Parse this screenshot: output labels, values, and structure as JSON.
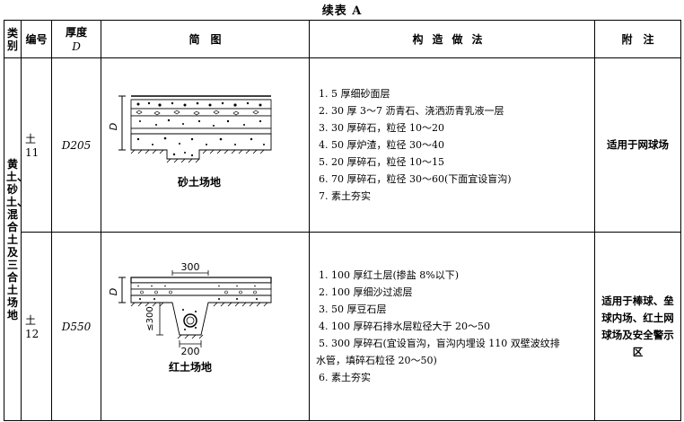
{
  "title": "续表 A",
  "headers": {
    "category": "类别",
    "number": "编号",
    "thickness_top": "厚度",
    "thickness_bottom": "D",
    "diagram": "简　图",
    "method": "构造做法",
    "note": "附　注"
  },
  "category_label": "黄土、砂土、混合土及三合土场地",
  "rows": [
    {
      "number": "土 11",
      "thickness": "D205",
      "diagram_caption": "砂土场地",
      "diagram_dim_label": "D",
      "method": [
        "1. 5 厚细砂面层",
        "2. 30 厚 3～7 沥青石、浇洒沥青乳液一层",
        "3. 30 厚碎石，粒径 10～20",
        "4. 50 厚炉渣，粒径 30～40",
        "5. 20 厚碎石，粒径 10～15",
        "6. 70 厚碎石，粒径 30～60(下面宜设盲沟)",
        "7. 素土夯实"
      ],
      "note": "适用于网球场"
    },
    {
      "number": "土 12",
      "thickness": "D550",
      "diagram_caption": "红土场地",
      "diagram_dim_label": "D",
      "diagram_dim_300": "300",
      "diagram_dim_le300": "≤300",
      "diagram_dim_200": "200",
      "method": [
        "1. 100 厚红土层(掺盐 8%以下)",
        "2. 100 厚细沙过滤层",
        "3. 50 厚豆石层",
        "4. 100 厚碎石排水层粒径大于 20～50",
        "5. 300 厚碎石(宜设盲沟，盲沟内埋设 110 双壁波纹排",
        "水管，填碎石粒径 20～50)",
        "6. 素土夯实"
      ],
      "note": "适用于棒球、垒球内场、红土网球场及安全警示区"
    }
  ]
}
